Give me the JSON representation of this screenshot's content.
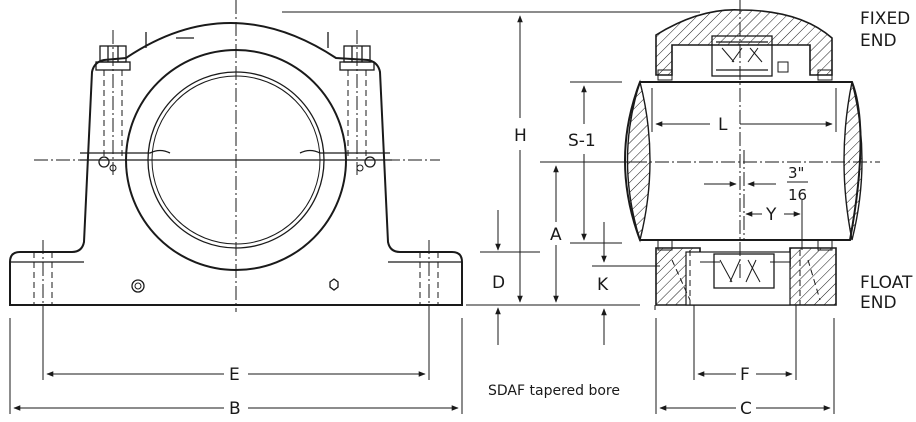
{
  "labels": {
    "fixed_end_1": "FIXED",
    "fixed_end_2": "END",
    "float_end_1": "FLOAT",
    "float_end_2": "END",
    "dim_h": "H",
    "dim_s1": "S-1",
    "dim_l": "L",
    "dim_a": "A",
    "dim_d": "D",
    "dim_k": "K",
    "dim_e": "E",
    "dim_b": "B",
    "dim_f": "F",
    "dim_c": "C",
    "dim_y": "Y",
    "frac_num": "3\"",
    "frac_den": "16"
  },
  "caption": "SDAF tapered bore"
}
